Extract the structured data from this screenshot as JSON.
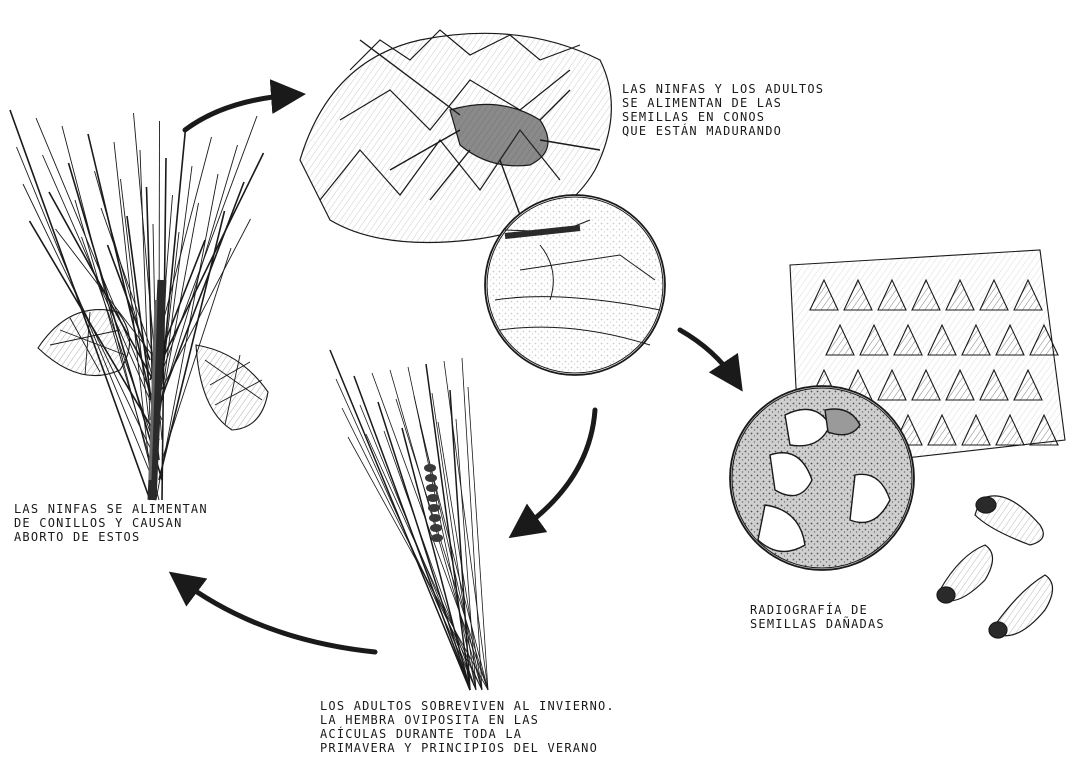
{
  "captions": {
    "adults_cones": [
      "LAS NINFAS Y LOS ADULTOS",
      "SE ALIMENTAN DE LAS",
      "SEMILLAS EN CONOS",
      "QUE ESTÁN MADURANDO"
    ],
    "nymphs_conelets": [
      "LAS NINFAS SE ALIMENTAN",
      "DE CONILLOS Y CAUSAN",
      "ABORTO DE ESTOS"
    ],
    "radiograph": [
      "RADIOGRAFÍA DE",
      "SEMILLAS DAÑADAS"
    ],
    "overwinter": [
      "LOS ADULTOS SOBREVIVEN AL INVIERNO.",
      "LA HEMBRA OVIPOSITA EN LAS",
      "ACÍCULAS DURANTE TODA LA",
      "PRIMAVERA Y PRINCIPIOS DEL VERANO"
    ]
  },
  "colors": {
    "ink": "#1a1a1a",
    "paper": "#ffffff",
    "shade": "#9a9a9a"
  }
}
